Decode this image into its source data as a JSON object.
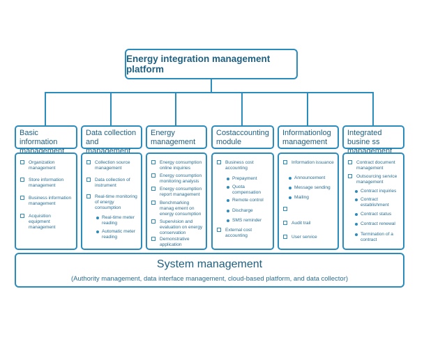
{
  "platform": {
    "title": "Energy integration management platform"
  },
  "modules": [
    {
      "title": "Basic information management",
      "items": [
        {
          "label": "Organization management"
        },
        {
          "label": "Store information management"
        },
        {
          "label": "Business information management"
        },
        {
          "label": "Acquisition equipment management"
        }
      ]
    },
    {
      "title": "Data collection and management",
      "items": [
        {
          "label": "Collection source management"
        },
        {
          "label": "Data collection of instrument"
        },
        {
          "label": "Real-time monitoring of energy consumption",
          "subs": [
            "Real-time meter reading",
            "Automatic meter reading"
          ]
        }
      ]
    },
    {
      "title": "Energy management",
      "items": [
        {
          "label": "Energy consumption online inquiries"
        },
        {
          "label": "Energy consumption monitoring analysis"
        },
        {
          "label": "Energy consumption report management"
        },
        {
          "label": "Benchmarking manag ement on energy consumption"
        },
        {
          "label": "Supervision and evaluation on energy conservation"
        },
        {
          "label": "Demonstrative application"
        }
      ]
    },
    {
      "title": "Costaccounting module",
      "items": [
        {
          "label": "Business cost accounting",
          "subs": [
            "Prepayment",
            "Quota compensation",
            "Remote control",
            "Discharge",
            "SMS reminder"
          ]
        },
        {
          "label": "External cost accounting"
        }
      ]
    },
    {
      "title": "Informationlog management",
      "items": [
        {
          "label": "Information issuance",
          "subs": [
            "Announcement",
            "Message sending",
            "Mailing"
          ]
        },
        {
          "label": ""
        },
        {
          "label": "Audit trail"
        },
        {
          "label": "User service"
        }
      ]
    },
    {
      "title": "Integrated busine ss management",
      "items": [
        {
          "label": "Contract document management"
        },
        {
          "label": "Outsourcing service management",
          "subs": [
            "Contract inquiries",
            "Contract establishment",
            "Contract status",
            "Contract renewal",
            "Termination of a contract"
          ]
        }
      ]
    }
  ],
  "system": {
    "title": "System management",
    "subtitle": "(Authority management, data interface management, cloud-based platform, and data collector)"
  }
}
